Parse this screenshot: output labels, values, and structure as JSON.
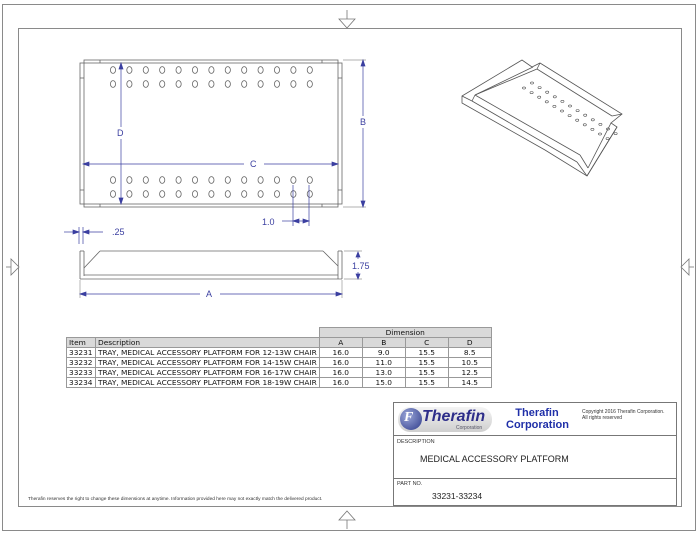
{
  "drawing": {
    "dimension_labels": {
      "a": "A",
      "b": "B",
      "c": "C",
      "d": "D",
      "hole_spacing": "1.0",
      "lip_width": ".25",
      "height": "1.75"
    }
  },
  "spec_table": {
    "group_header": "Dimension",
    "columns": [
      "Item",
      "Description",
      "A",
      "B",
      "C",
      "D"
    ],
    "rows": [
      {
        "item": "33231",
        "description": "TRAY, MEDICAL ACCESSORY PLATFORM FOR 12-13W CHAIR",
        "a": "16.0",
        "b": "9.0",
        "c": "15.5",
        "d": "8.5"
      },
      {
        "item": "33232",
        "description": "TRAY, MEDICAL ACCESSORY PLATFORM FOR 14-15W CHAIR",
        "a": "16.0",
        "b": "11.0",
        "c": "15.5",
        "d": "10.5"
      },
      {
        "item": "33233",
        "description": "TRAY, MEDICAL ACCESSORY PLATFORM FOR 16-17W CHAIR",
        "a": "16.0",
        "b": "13.0",
        "c": "15.5",
        "d": "12.5"
      },
      {
        "item": "33234",
        "description": "TRAY, MEDICAL ACCESSORY PLATFORM FOR 18-19W CHAIR",
        "a": "16.0",
        "b": "15.0",
        "c": "15.5",
        "d": "14.5"
      }
    ]
  },
  "title_block": {
    "logo_text": "Therafin",
    "logo_subtext": "Corporation",
    "company_line1": "Therafin",
    "company_line2": "Corporation",
    "copyright_line1": "Copyright 2016 Therafin Corporation.",
    "copyright_line2": "All rights reserved",
    "description_label": "DESCRIPTION",
    "description_value": "MEDICAL ACCESSORY PLATFORM",
    "part_no_label": "PART NO.",
    "part_no_value": "33231-33234"
  },
  "disclaimer": "Therafin reserves the right to change these dimensions at anytime.  Information provided here may not exactly match the delivered product.",
  "colors": {
    "dimension": "#3b3fa0",
    "linework": "#666666",
    "logo_text": "#2e2e8a",
    "company_text": "#1f2fa8"
  }
}
